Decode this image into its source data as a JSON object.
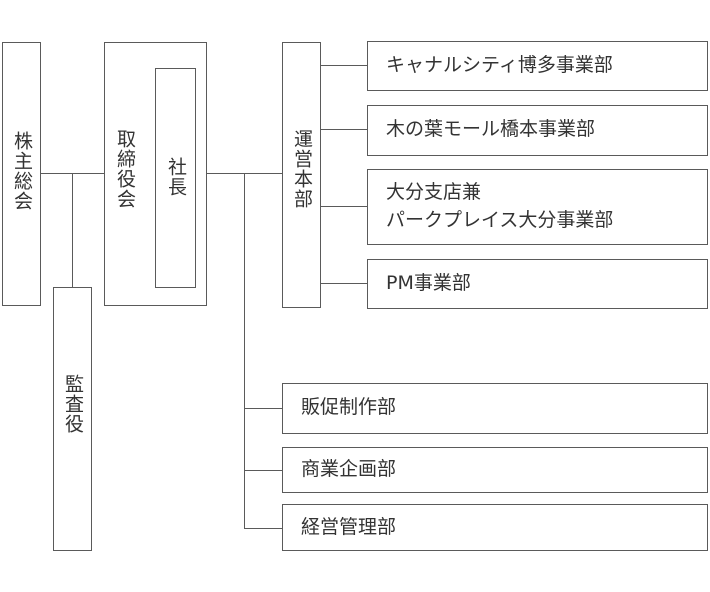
{
  "nodes": {
    "shareholders": "株主総会",
    "auditor": "監査役",
    "board": "取締役会",
    "president": "社長",
    "operations_hq": "運営本部"
  },
  "divisions": [
    {
      "lines": [
        "キャナルシティ博多事業部"
      ]
    },
    {
      "lines": [
        "木の葉モール橋本事業部"
      ]
    },
    {
      "lines": [
        "大分支店兼",
        "パークプレイス大分事業部"
      ]
    },
    {
      "lines": [
        "PM事業部"
      ]
    }
  ],
  "departments": [
    {
      "label": "販促制作部"
    },
    {
      "label": "商業企画部"
    },
    {
      "label": "経営管理部"
    }
  ]
}
